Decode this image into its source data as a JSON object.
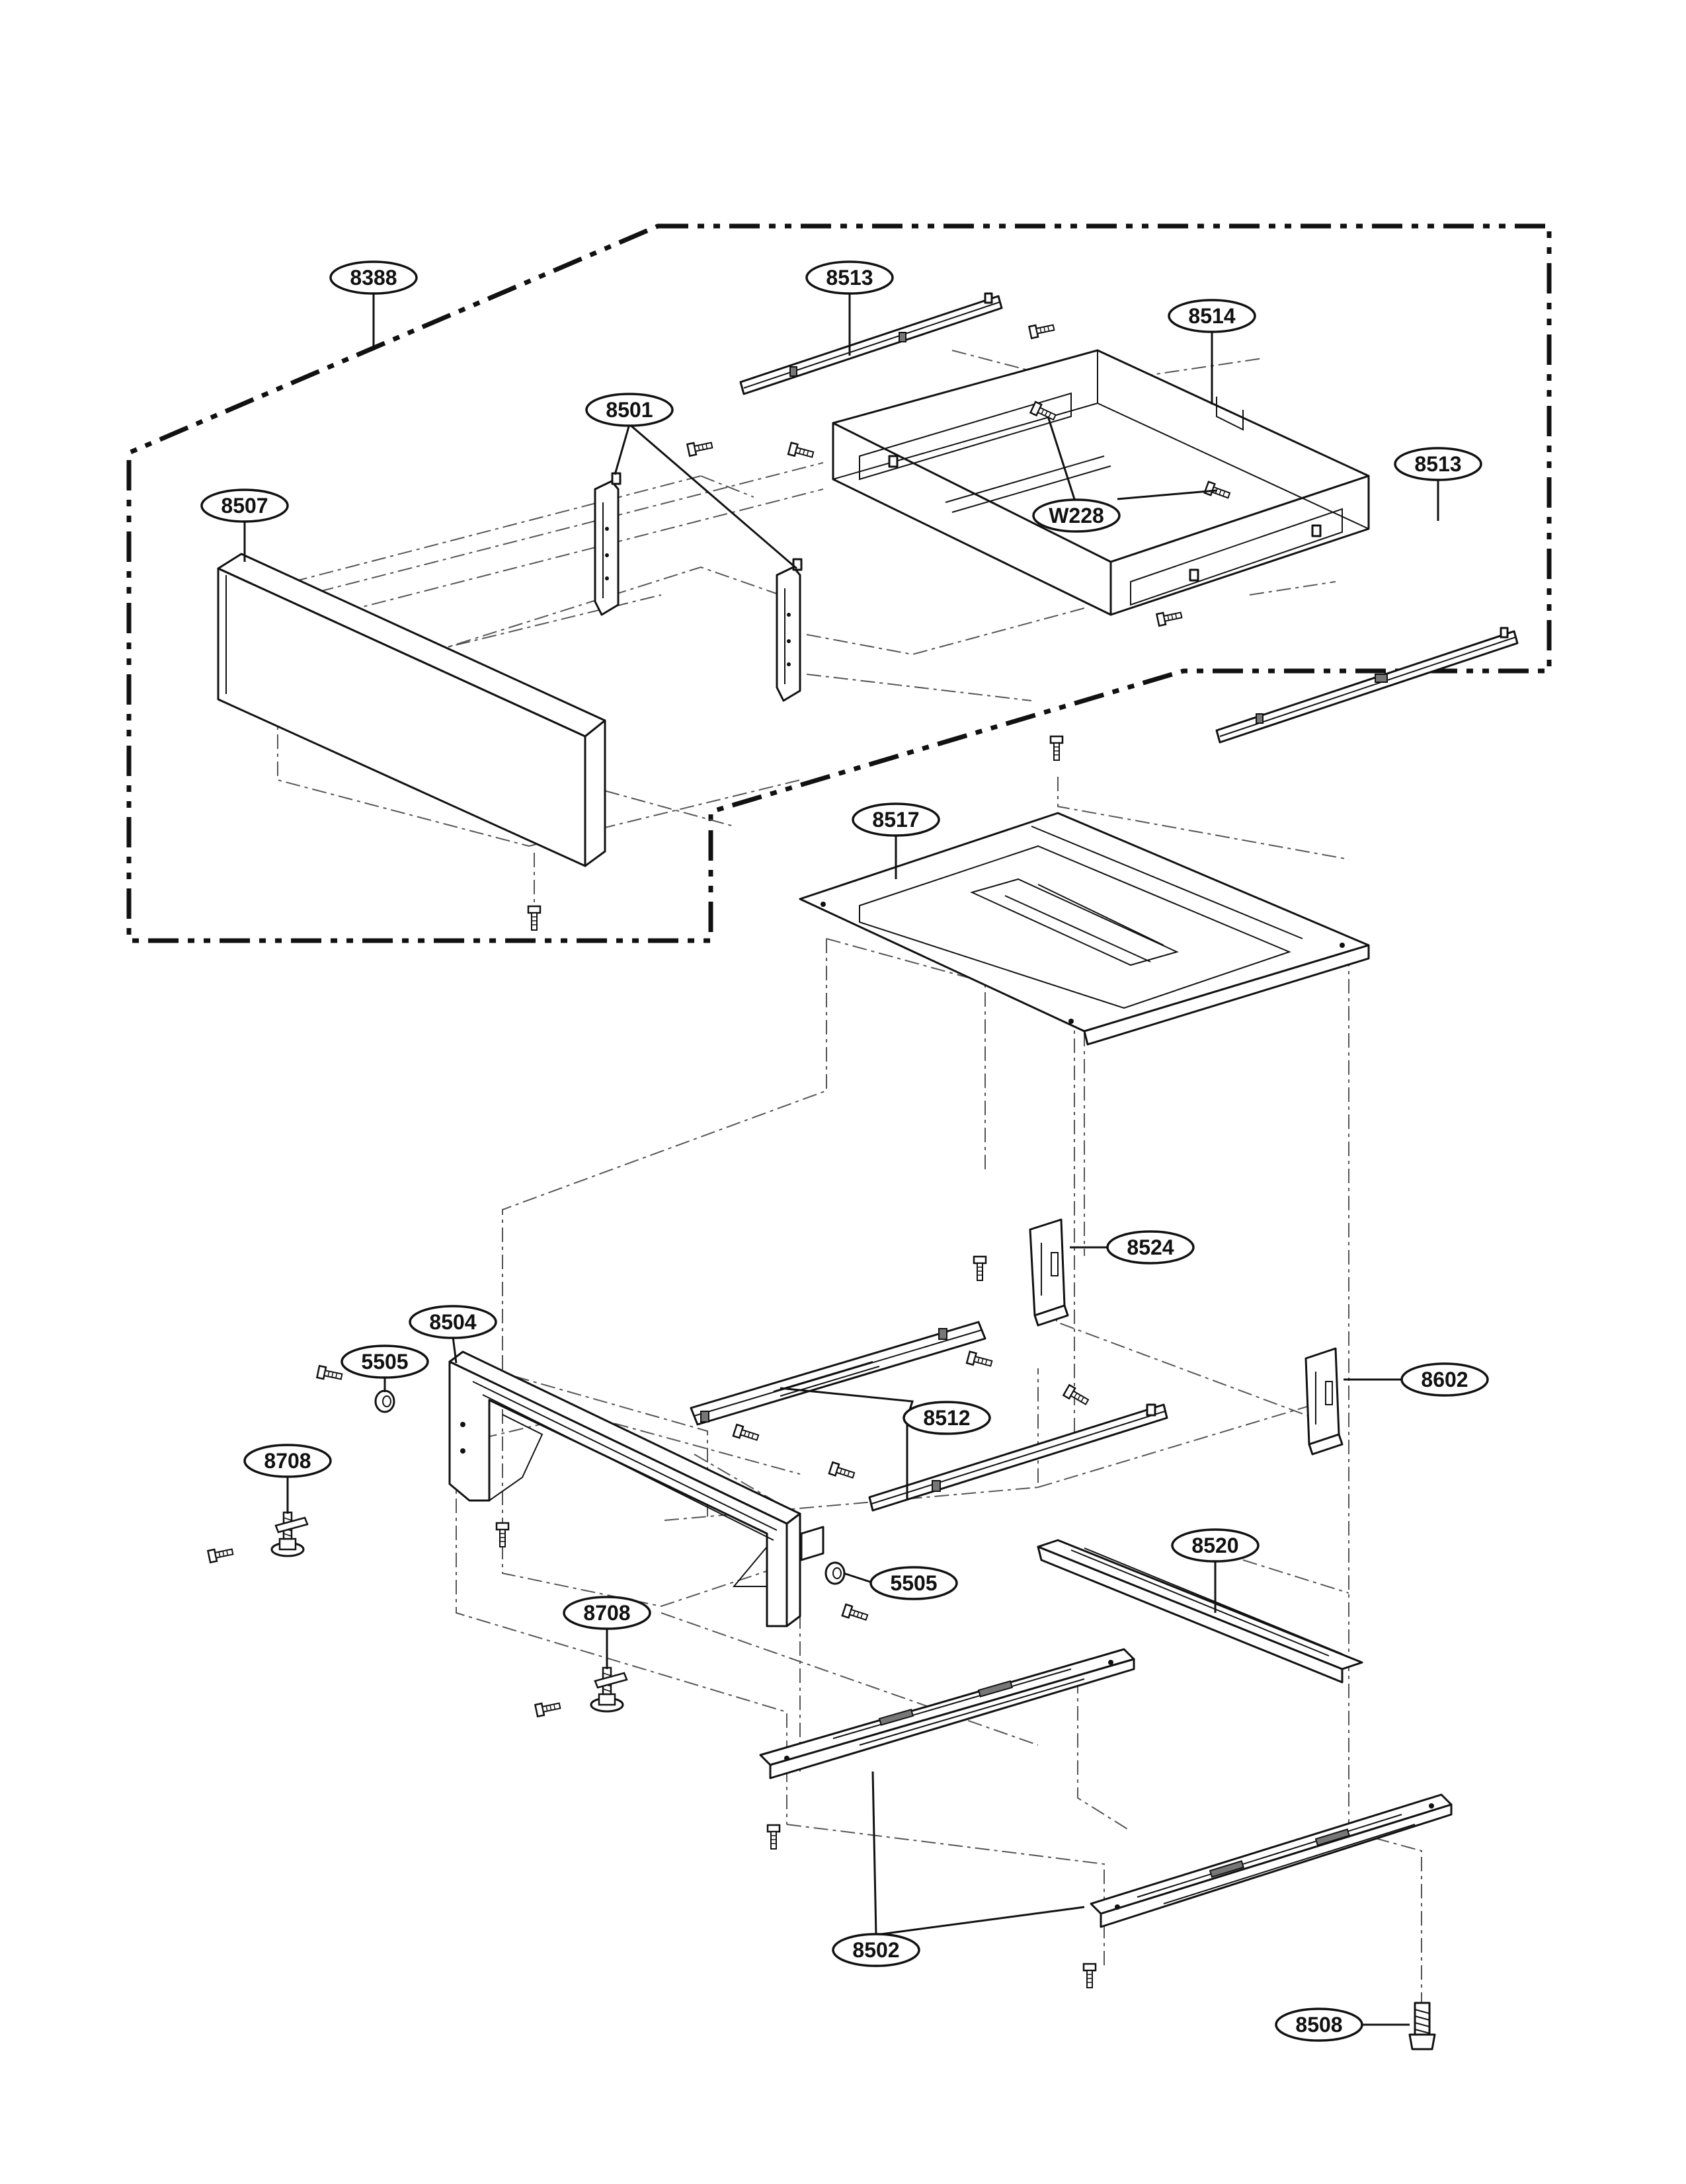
{
  "callouts": [
    {
      "id": "c8388",
      "label": "8388"
    },
    {
      "id": "c8513a",
      "label": "8513"
    },
    {
      "id": "c8514",
      "label": "8514"
    },
    {
      "id": "c8501",
      "label": "8501"
    },
    {
      "id": "c8513b",
      "label": "8513"
    },
    {
      "id": "c8507",
      "label": "8507"
    },
    {
      "id": "cW228",
      "label": "W228"
    },
    {
      "id": "c8517",
      "label": "8517"
    },
    {
      "id": "c8524",
      "label": "8524"
    },
    {
      "id": "c8504",
      "label": "8504"
    },
    {
      "id": "c5505a",
      "label": "5505"
    },
    {
      "id": "c8602",
      "label": "8602"
    },
    {
      "id": "c8512",
      "label": "8512"
    },
    {
      "id": "c8708a",
      "label": "8708"
    },
    {
      "id": "c8520",
      "label": "8520"
    },
    {
      "id": "c5505b",
      "label": "5505"
    },
    {
      "id": "c8708b",
      "label": "8708"
    },
    {
      "id": "c8502",
      "label": "8502"
    },
    {
      "id": "c8508",
      "label": "8508"
    }
  ],
  "icons": {
    "screw": "screw-icon",
    "leveling_foot": "leveling-foot-icon",
    "nut": "nut-icon"
  }
}
